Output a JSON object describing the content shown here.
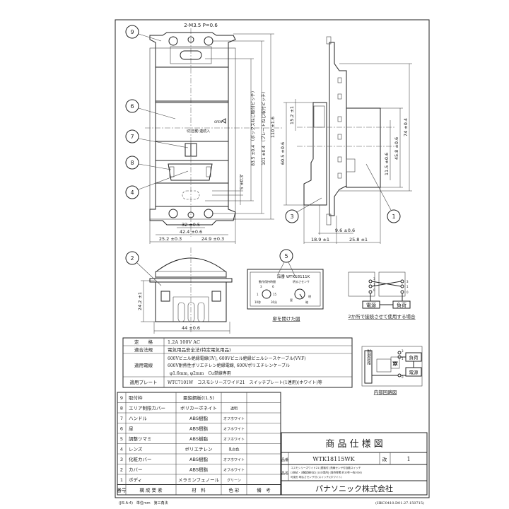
{
  "front_view": {
    "screw_note": "2-M3.5 P=0.6",
    "callouts": [
      "9",
      "6",
      "7",
      "8",
      "4"
    ],
    "door_label": "切 自動 連続入",
    "open_label": "OPEN",
    "dims": {
      "height_total": "110 ±1.6",
      "plate_pitch": "101 ±0.4 （プレートねじ取付ピッチ）",
      "box_pitch": "83.5 ±0.4 （ボックスねじ取付ピッチ）",
      "small": "5 ±0.3",
      "w32": "32 ±0.5",
      "w42": "42.4 ±0.6",
      "w25_2": "25.2 ±0.3",
      "w24_9": "24.9 ±0.3"
    }
  },
  "side_view": {
    "callouts": [
      "3",
      "1"
    ],
    "dims": {
      "h74": "74 ±0.4",
      "h45_8": "45.8 ±0.6",
      "h11_5": "11.5 ±0.6",
      "h15_2": "15.2 ±1",
      "h60_5": "60.5 ±0.6",
      "d9_6": "9.6 ±0.6",
      "d18_9": "18.9 ±1",
      "d25_8": "25.8 ±1"
    }
  },
  "bottom_view": {
    "callout": "2",
    "dims": {
      "h24_2": "24.2 ±1",
      "w44": "44 ±0.6"
    }
  },
  "door_open_view": {
    "callout": "5",
    "model_label": "品番 WTK18111K",
    "timer_label": "動作保持時間",
    "sensor_label": "明るさセンサ",
    "timer_marks": [
      "3",
      "6",
      "1",
      "15",
      "10秒",
      "30分"
    ],
    "sensor_marks": [
      "昼",
      "明",
      "暗"
    ],
    "caption": "扉を開けた図"
  },
  "two_location_wiring": {
    "terminals": [
      "3",
      "1",
      "0"
    ],
    "source": "電源",
    "load": "負荷",
    "caption": "2か所で接続させて使用する場合"
  },
  "internal_circuit": {
    "control_block": "制御回路",
    "terminals": [
      "3",
      "1",
      "0"
    ],
    "load": "負荷",
    "source": "電源",
    "caption": "内部回路図"
  },
  "spec_table": [
    {
      "label": "定　　格",
      "value": [
        "1.2A 100V AC"
      ]
    },
    {
      "label": "適合法規",
      "value": [
        "電気用品安全法(特定電気用品)"
      ]
    },
    {
      "label": "適用電線",
      "value": [
        "600Vビニル絶縁電線(IV), 600Vビニル絶縁ビニルシースケーブル(VVF)",
        "600V耐熱性ポリエチレン絶縁電線, 600Vポリエチレンケーブル",
        "φ1.6mm, φ2mm　Cu単線専用"
      ]
    },
    {
      "label": "適用プレート",
      "value": [
        "WTC7101W　コスモシリーズワイド21　スイッチプレート(1連用)(ホワイト)等"
      ]
    }
  ],
  "parts_table": {
    "headers": [
      "番号",
      "構 成 要 素",
      "材　料",
      "色 彩",
      "備　考"
    ],
    "rows": [
      [
        "9",
        "取付枠",
        "亜鉛鋼板(t1.5)",
        "",
        ""
      ],
      [
        "8",
        "エリア制限カバー",
        "ポリカーボネイト",
        "透明",
        ""
      ],
      [
        "7",
        "ハンドル",
        "ABS樹脂",
        "オフホワイト",
        ""
      ],
      [
        "6",
        "扉",
        "ABS樹脂",
        "オフホワイト",
        ""
      ],
      [
        "5",
        "調整ツマミ",
        "ABS樹脂",
        "オフホワイト",
        ""
      ],
      [
        "4",
        "レンズ",
        "ポリエチレン",
        "乳白色",
        ""
      ],
      [
        "3",
        "化粧カバー",
        "ABS樹脂",
        "オフホワイト",
        ""
      ],
      [
        "2",
        "カバー",
        "ABS樹脂",
        "オフホワイト",
        ""
      ],
      [
        "1",
        "ボディ",
        "メラミンフェノール",
        "グリーン",
        ""
      ]
    ]
  },
  "title_block": {
    "title": "商 品 仕 様 図",
    "part_no_label": "品番",
    "part_no": "WTK18115WK",
    "revision_label": "改",
    "revision": "1",
    "name_label": "品名",
    "name_lines": [
      "コスモシリーズワイド21 [壁取付] 熱線センサ付自動スイッチ",
      "(2線式・3路配線対応) [LED専用] (保持時間 約10秒〜約30分)",
      "可変形 明るさセンサ付 (スイッチ)(ホワイト)"
    ],
    "company": "パナソニック株式会社"
  },
  "footer": {
    "left": "(JIS A-4)　単位mm　第三角法",
    "right": "(HKC0410.D01.27.150715)"
  }
}
